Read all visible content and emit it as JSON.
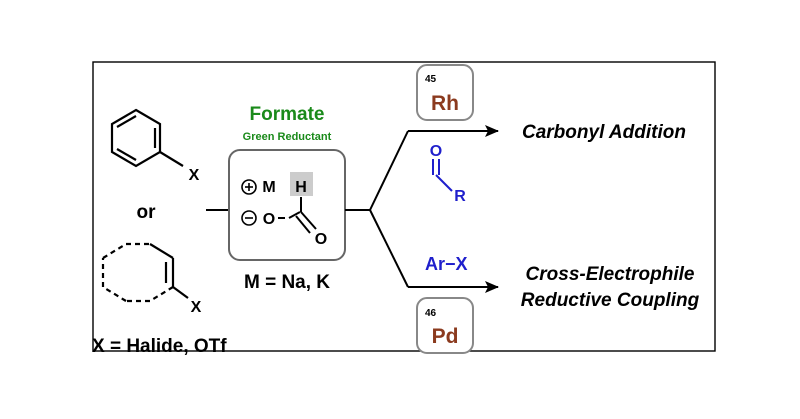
{
  "reagent": {
    "name": "Formate",
    "subtitle": "Green Reductant",
    "metal_label": "M",
    "hydrogen_label": "H",
    "oxygen_single": "O",
    "oxygen_double": "O",
    "cation_charge": "+",
    "anion_charge": "−",
    "metal_definition": "M = Na, K",
    "colors": {
      "name": "#1a8a1a",
      "h_highlight": "#cccccc"
    }
  },
  "substrates": {
    "aryl_x": "X",
    "connector": "or",
    "vinyl_x": "X",
    "x_definition": "X = Halide, OTf"
  },
  "upper_path": {
    "catalyst_number": "45",
    "catalyst_symbol": "Rh",
    "reactant_o": "O",
    "reactant_r": "R",
    "product": "Carbonyl Addition",
    "colors": {
      "catalyst": "#8b3a1e",
      "reactant": "#1f1fcc"
    }
  },
  "lower_path": {
    "catalyst_number": "46",
    "catalyst_symbol": "Pd",
    "reactant": "Ar−X",
    "product_line1": "Cross-Electrophile",
    "product_line2": "Reductive Coupling",
    "colors": {
      "catalyst": "#8b3a1e",
      "reactant": "#1f1fcc"
    }
  }
}
